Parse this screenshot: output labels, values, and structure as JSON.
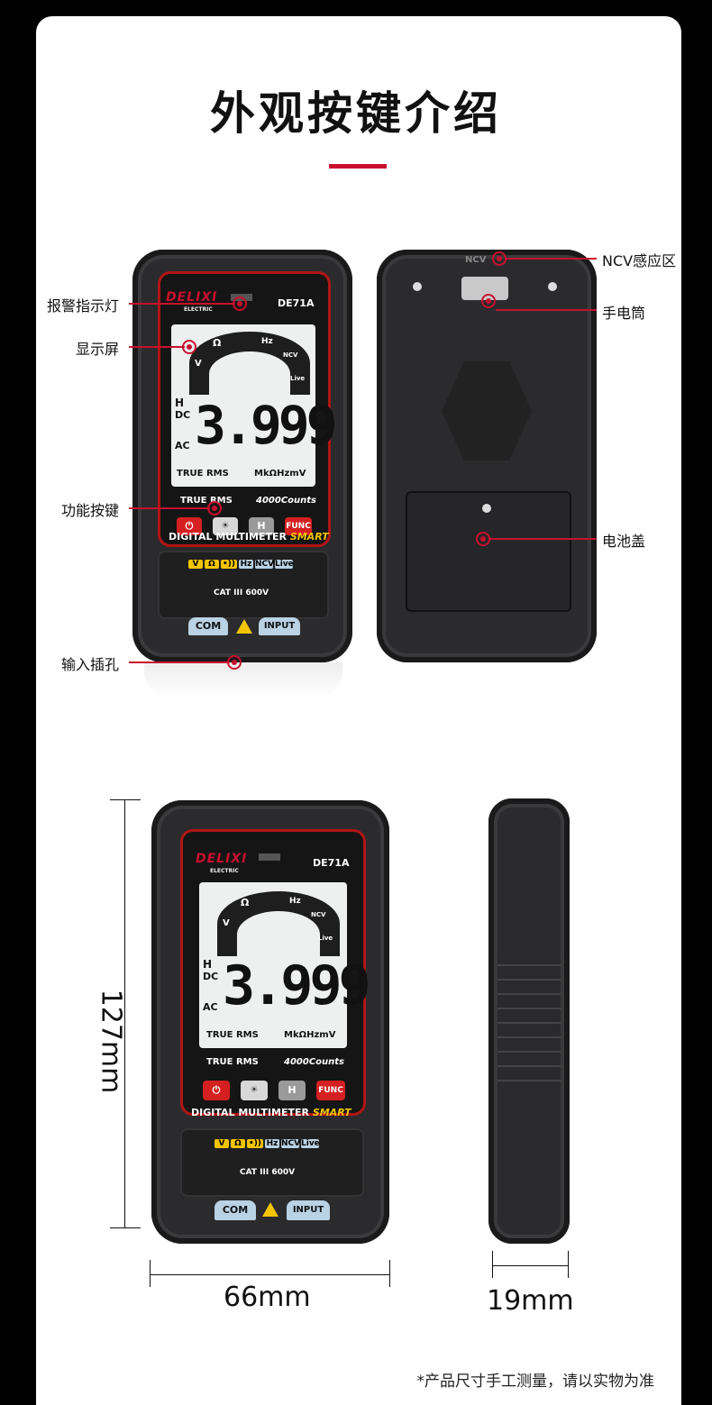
{
  "title": "外观按键介绍",
  "callouts": {
    "alarm_light": "报警指示灯",
    "display": "显示屏",
    "function_keys": "功能按键",
    "input_jacks": "输入插孔",
    "ncv_zone": "NCV感应区",
    "flashlight": "手电筒",
    "battery_cover": "电池盖"
  },
  "device": {
    "brand": "DELIXI",
    "brand_sub": "ELECTRIC",
    "model": "DE71A",
    "reading": "3.999",
    "mode_H": "H",
    "mode_DC": "DC",
    "mode_AC": "AC",
    "true_rms_lcd": "TRUE RMS",
    "units": "MkΩHzmV",
    "true_rms": "TRUE RMS",
    "counts": "4000Counts",
    "arc_omega": "Ω",
    "arc_hz": "Hz",
    "arc_ncv": "NCV",
    "arc_live": "Live",
    "arc_v": "V",
    "btn_h": "H",
    "btn_func": "FUNC",
    "label_line": "DIGITAL MULTIMETER",
    "label_smart": "SMART",
    "chips": [
      "V",
      "Ω",
      "•))",
      "Hz",
      "NCV",
      "Live"
    ],
    "cat_rating": "CAT III 600V",
    "com": "COM",
    "input": "INPUT",
    "back_ncv": "NCV"
  },
  "dimensions": {
    "height": "127mm",
    "width": "66mm",
    "depth": "19mm"
  },
  "footnote": "*产品尺寸手工测量，请以实物为准",
  "colors": {
    "accent": "#c8102e",
    "shell": "#2b2b2d",
    "lcd": "#eef0ef",
    "port": "#b9d2e4",
    "chip_yellow": "#f2c500"
  }
}
